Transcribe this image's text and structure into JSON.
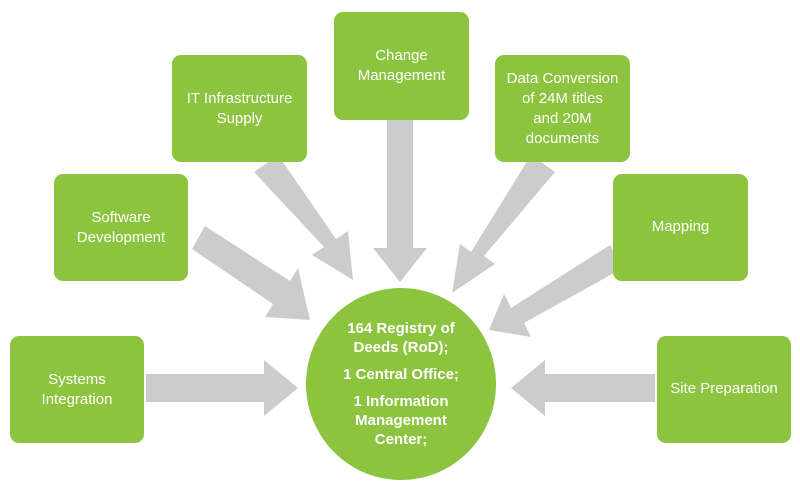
{
  "colors": {
    "box": "#8cc43f",
    "arrow": "#cccccc",
    "text": "#ffffff"
  },
  "nodes": {
    "change_management": "Change\nManagement",
    "it_infrastructure": "IT Infrastructure\nSupply",
    "data_conversion": "Data Conversion\nof 24M titles\nand 20M\ndocuments",
    "software_development": "Software\nDevelopment",
    "mapping": "Mapping",
    "systems_integration": "Systems\nIntegration",
    "site_preparation": "Site Preparation"
  },
  "hub": {
    "line1": "164 Registry of\nDeeds (RoD);",
    "line2": "1 Central Office;",
    "line3": "1 Information\nManagement\nCenter;"
  }
}
